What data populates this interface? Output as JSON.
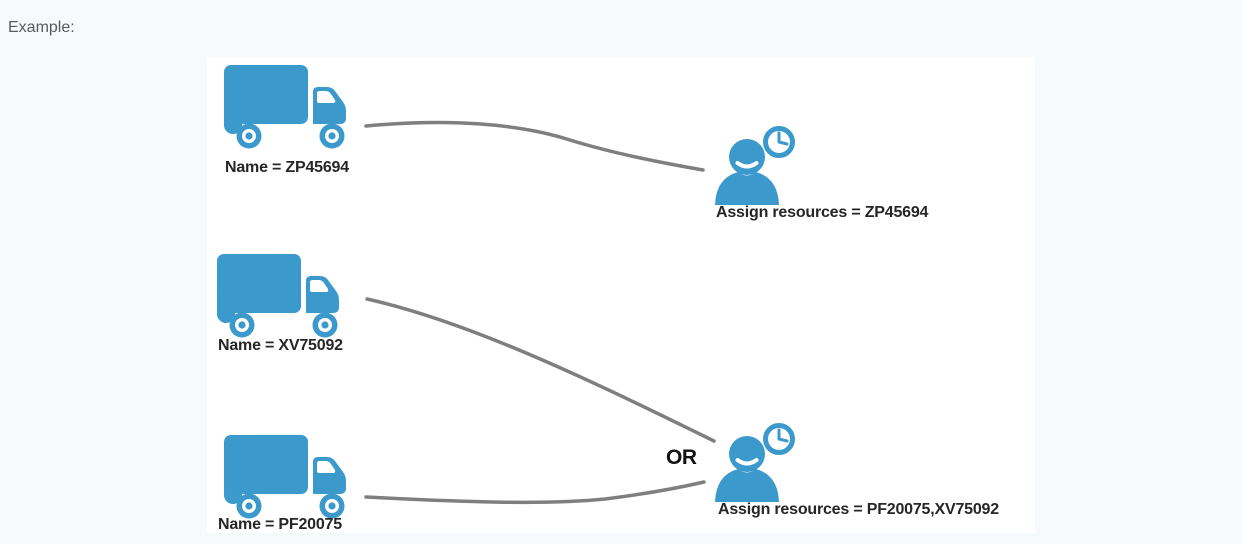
{
  "example_label": "Example:",
  "colors": {
    "background": "#f6fafd",
    "panel": "#ffffff",
    "icon_blue": "#3b99cc",
    "connector_gray": "#7f7f7f",
    "label_text": "#262626",
    "example_text": "#5a5a5a"
  },
  "diagram": {
    "trucks": [
      {
        "label": "Name = ZP45694"
      },
      {
        "label": "Name = XV75092"
      },
      {
        "label": "Name = PF20075"
      }
    ],
    "workers": [
      {
        "label": "Assign resources = ZP45694"
      },
      {
        "label": "Assign resources = PF20075,XV75092"
      }
    ],
    "or_label": "OR"
  }
}
